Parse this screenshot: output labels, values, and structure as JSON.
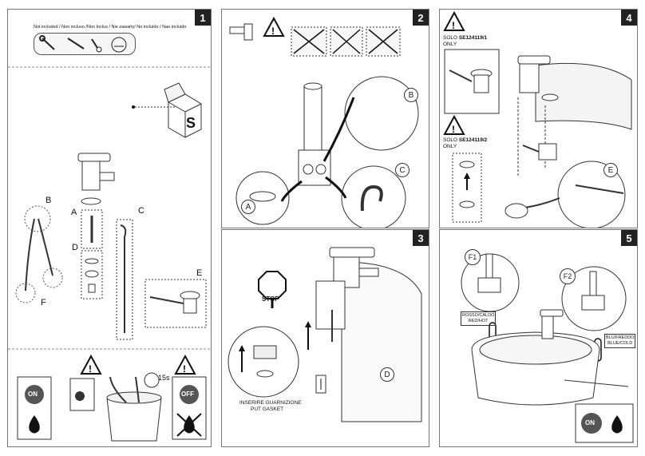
{
  "panels": [
    {
      "number": "1"
    },
    {
      "number": "2"
    },
    {
      "number": "3"
    },
    {
      "number": "4"
    },
    {
      "number": "5"
    }
  ],
  "panel1": {
    "not_included": "Not included / Non incluso /Non Inclus / Nie zawarty/ No incluido / Nao incluido",
    "labels": {
      "a": "A",
      "b": "B",
      "c": "C",
      "d": "D",
      "e": "E",
      "f": "F"
    },
    "timer": "15s",
    "on": "ON",
    "off": "OFF"
  },
  "panel2": {
    "labels": {
      "a": "A",
      "b": "B",
      "c": "C"
    }
  },
  "panel3": {
    "stop": "STOP",
    "caption_it": "INSERIRE GUARNIZIONE",
    "caption_en": "PUT GASKET",
    "label_d": "D"
  },
  "panel4": {
    "code1_prefix": "SOLO",
    "code1": "SE124119/1",
    "code1_only": "ONLY",
    "code2_prefix": "SOLO",
    "code2": "SE124119/2",
    "code2_only": "ONLY",
    "label_e": "E"
  },
  "panel5": {
    "f1": "F1",
    "f2": "F2",
    "hot_it": "ROSSO/CALDO",
    "hot_en": "RED/HOT",
    "cold_it": "BLU/FREDDO",
    "cold_en": "BLUE/COLD",
    "on": "ON"
  }
}
